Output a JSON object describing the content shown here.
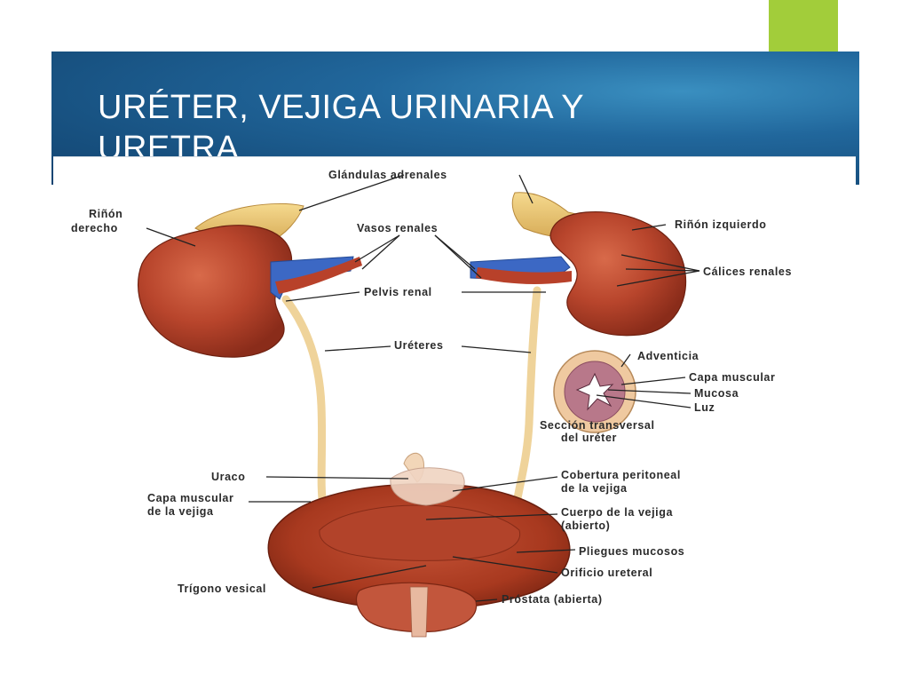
{
  "slide": {
    "title": "URÉTER, VEJIGA URINARIA Y URETRA",
    "accent_color": "#a2cd3a",
    "title_bar_color": "#1b5a8c"
  },
  "diagram": {
    "labels": {
      "glandulas_adrenales": "Glándulas adrenales",
      "rinon_derecho_1": "Riñón",
      "rinon_derecho_2": "derecho",
      "vasos_renales": "Vasos renales",
      "rinon_izquierdo": "Riñón izquierdo",
      "calices_renales": "Cálices renales",
      "pelvis_renal": "Pelvis renal",
      "ureteres": "Uréteres",
      "adventicia": "Adventicia",
      "capa_muscular": "Capa muscular",
      "mucosa": "Mucosa",
      "luz": "Luz",
      "seccion_1": "Sección transversal",
      "seccion_2": "del uréter",
      "uraco": "Uraco",
      "capa_muscular_vejiga_1": "Capa muscular",
      "capa_muscular_vejiga_2": "de la vejiga",
      "cobertura_1": "Cobertura peritoneal",
      "cobertura_2": "de la vejiga",
      "cuerpo_1": "Cuerpo de la vejiga",
      "cuerpo_2": "(abierto)",
      "pliegues": "Pliegues mucosos",
      "orificio": "Orificio ureteral",
      "trigono": "Trígono vesical",
      "prostata": "Próstata (abierta)"
    }
  }
}
